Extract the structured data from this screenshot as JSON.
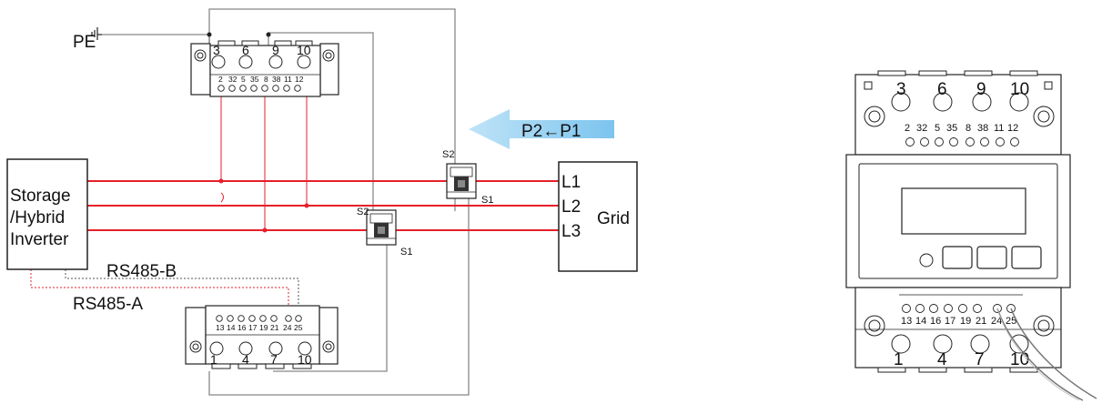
{
  "inverter": {
    "line1": "Storage",
    "line2": "/Hybrid",
    "line3": "Inverter"
  },
  "grid": {
    "label": "Grid",
    "lines": [
      "L1",
      "L2",
      "L3"
    ]
  },
  "pe_label": "PE",
  "arrow_label": "P2←P1",
  "ct_labels": {
    "s1": "S1",
    "s2": "S2"
  },
  "rs485": {
    "b": "RS485-B",
    "a": "RS485-A"
  },
  "meter_left": {
    "top_big": [
      "3",
      "6",
      "9",
      "10"
    ],
    "top_small": [
      "2",
      "32",
      "5",
      "35",
      "8",
      "38",
      "11",
      "12"
    ],
    "bottom_small": [
      "13",
      "14",
      "16",
      "17",
      "19",
      "21",
      "24",
      "25"
    ],
    "bottom_big": [
      "1",
      "4",
      "7",
      "10"
    ]
  },
  "meter_right": {
    "top_big": [
      "3",
      "6",
      "9",
      "10"
    ],
    "top_small": [
      "2",
      "32",
      "5",
      "35",
      "8",
      "38",
      "11",
      "12"
    ],
    "bottom_small": [
      "13",
      "14",
      "16",
      "17",
      "19",
      "21",
      "24",
      "25"
    ],
    "bottom_big": [
      "1",
      "4",
      "7",
      "10"
    ]
  },
  "colors": {
    "line": "#e6202a",
    "wire": "#888888",
    "arrow": "#7cc4ee"
  }
}
